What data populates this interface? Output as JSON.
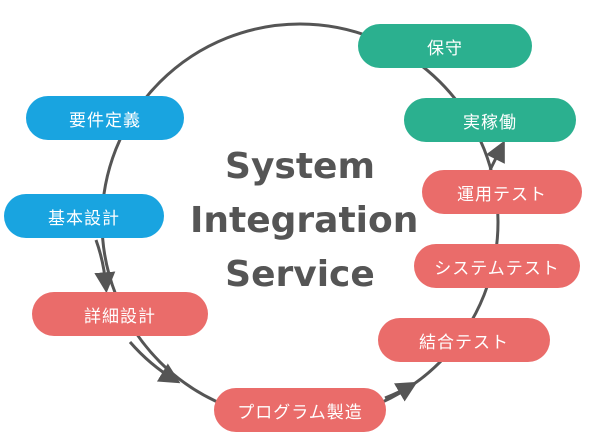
{
  "title": {
    "line1": "System",
    "line2": "Integration",
    "line3": "Service"
  },
  "stages": {
    "requirements": "要件定義",
    "basic_design": "基本設計",
    "detailed_design": "詳細設計",
    "programming": "プログラム製造",
    "integration_test": "結合テスト",
    "system_test": "システムテスト",
    "operation_test": "運用テスト",
    "production": "実稼働",
    "maintenance": "保守"
  },
  "colors": {
    "planning": "#19a4e0",
    "development": "#ea6c6a",
    "operation": "#2bb08f",
    "ring": "#555555",
    "title": "#555555"
  }
}
